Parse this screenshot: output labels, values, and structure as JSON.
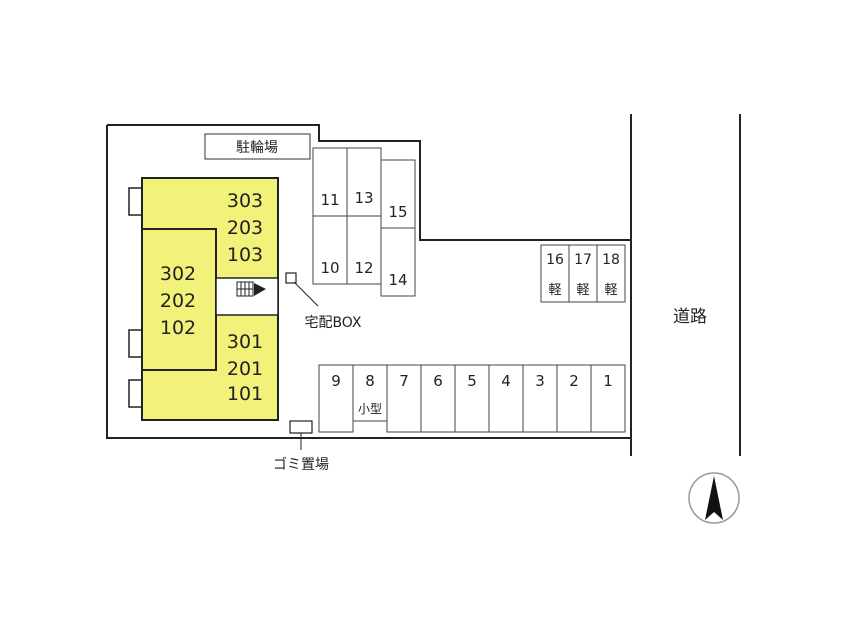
{
  "bicycle_parking": "駐輪場",
  "delivery_box": "宅配BOX",
  "garbage": "ゴミ置場",
  "road": "道路",
  "building": {
    "col_right_top": [
      "303",
      "203",
      "103"
    ],
    "col_left": [
      "302",
      "202",
      "102"
    ],
    "col_right_bottom": [
      "301",
      "201",
      "101"
    ],
    "fill_color": "#f2f27a"
  },
  "upper_spaces": [
    "11",
    "13",
    "15",
    "10",
    "12",
    "14"
  ],
  "kei_spaces": [
    {
      "number": "16",
      "type": "軽"
    },
    {
      "number": "17",
      "type": "軽"
    },
    {
      "number": "18",
      "type": "軽"
    }
  ],
  "lower_spaces": [
    "9",
    "8",
    "7",
    "6",
    "5",
    "4",
    "3",
    "2",
    "1"
  ],
  "small_type_label": "小型",
  "north_icon": "north-arrow-icon"
}
